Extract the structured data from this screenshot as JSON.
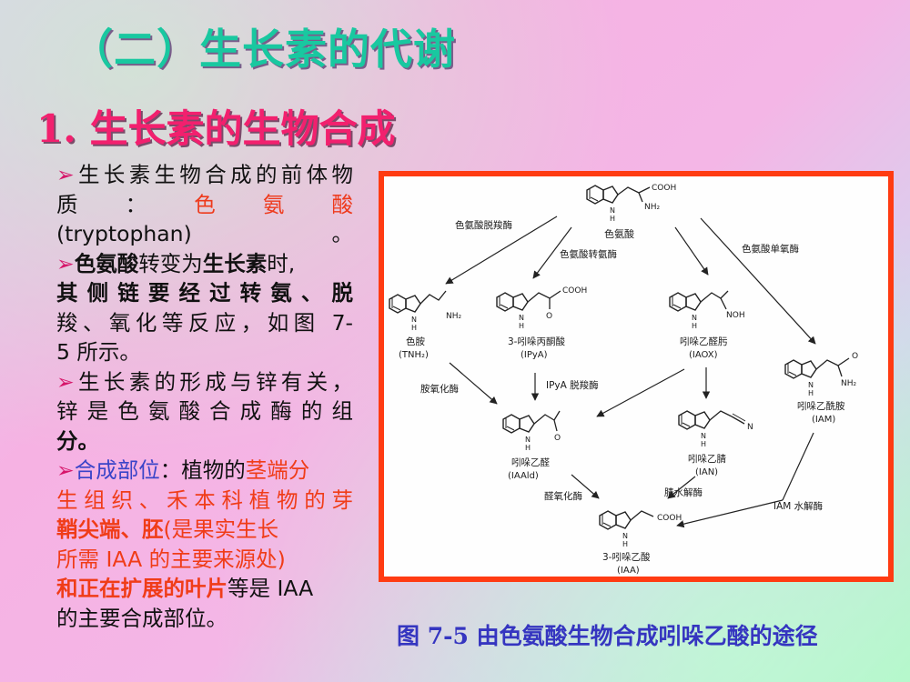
{
  "section_title": "（二）生长素的代谢",
  "sub_title": "1. 生长素的生物合成",
  "bullets": {
    "b1_arrow": "➢",
    "b1_text_a": "生长素生物合成的前体物",
    "b1_text_b": "质：",
    "b1_highlight": "色氨酸",
    "b1_text_c": "(tryptophan)。",
    "b2_arrow": "➢",
    "b2_hl1": "色氨酸",
    "b2_text_a": "转变为",
    "b2_hl2": "生长素",
    "b2_text_b": "时,",
    "b2_text_c": "其侧链要经过转氨、脱",
    "b2_text_d": "羧、氧化等反应，如图 7-",
    "b2_text_e": "5 所示。",
    "b3_arrow": "➢",
    "b3_text_a": "生长素的形成与锌有关，",
    "b3_text_b": "锌是色氨酸合成酶的组",
    "b3_text_c": "分。",
    "b4_arrow": "➢",
    "b4_label": "合成部位",
    "b4_text_a": "：植物的",
    "b4_hl1": "茎端分",
    "b4_hl2": "生组织、禾本科植物的芽",
    "b4_hl3": "鞘尖端、胚",
    "b4_hl4": "(是果实生长",
    "b4_hl5": "所需 IAA 的主要来源处)",
    "b4_hl6": "和正在扩展的叶片",
    "b4_text_b": "等是 IAA",
    "b4_text_c": "的主要合成部位。"
  },
  "figure": {
    "compounds": {
      "trp": "色氨酸",
      "tnh2_name": "色胺",
      "tnh2_abbr": "(TNH₂)",
      "ipya_name": "3-吲哚丙酮酸",
      "ipya_abbr": "(IPyA)",
      "iaox_name": "吲哚乙醛肟",
      "iaox_abbr": "(IAOX)",
      "iam_name": "吲哚乙酰胺",
      "iam_abbr": "(IAM)",
      "iaald_name": "吲哚乙醛",
      "iaald_abbr": "(IAAld)",
      "ian_name": "吲哚乙腈",
      "ian_abbr": "(IAN)",
      "iaa_name": "3-吲哚乙酸",
      "iaa_abbr": "(IAA)"
    },
    "enzymes": {
      "trp_decarboxylase": "色氨酸脱羧酶",
      "trp_transaminase": "色氨酸转氨酶",
      "trp_monooxygenase": "色氨酸单氧酶",
      "amine_oxidase": "胺氧化酶",
      "ipya_decarboxylase": "IPyA 脱羧酶",
      "aldehyde_oxidase": "醛氧化酶",
      "nitrilase": "腈水解酶",
      "iam_hydrolase": "IAM 水解酶"
    },
    "groups": {
      "cooh": "COOH",
      "nh2": "NH₂",
      "nh": "N\nH",
      "n_letter": "N",
      "h_letter": "H",
      "o_letter": "O",
      "noh": "NOH",
      "cn_n": "N"
    }
  },
  "caption": "图  7-5  由色氨酸生物合成吲哚乙酸的途径"
}
